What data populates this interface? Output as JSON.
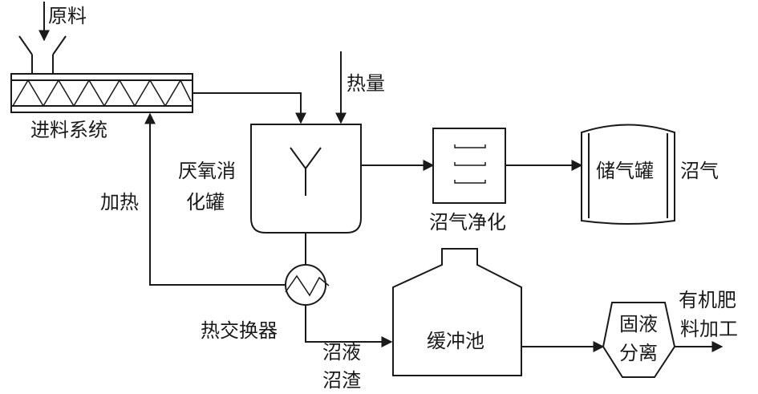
{
  "labels": {
    "raw_material": "原料",
    "feed_system": "进料系统",
    "heat": "热量",
    "digester": [
      "厌氧消",
      "化罐"
    ],
    "heating": "加热",
    "biogas_purification": "沼气净化",
    "gas_holder": "储气罐",
    "biogas": "沼气",
    "heat_exchanger": "热交换器",
    "slurry_residue": [
      "沼液",
      "沼渣"
    ],
    "buffer_tank": "缓冲池",
    "solid_liquid_separation": [
      "固液",
      "分离"
    ],
    "organic_fertilizer": [
      "有机肥",
      "料加工"
    ]
  },
  "icons": {
    "feed_conveyor": "screw-conveyor-icon",
    "digester_stirrer": "stirrer-icon",
    "purifier": "filter-trays-icon",
    "heat_exchanger": "coil-icon"
  }
}
